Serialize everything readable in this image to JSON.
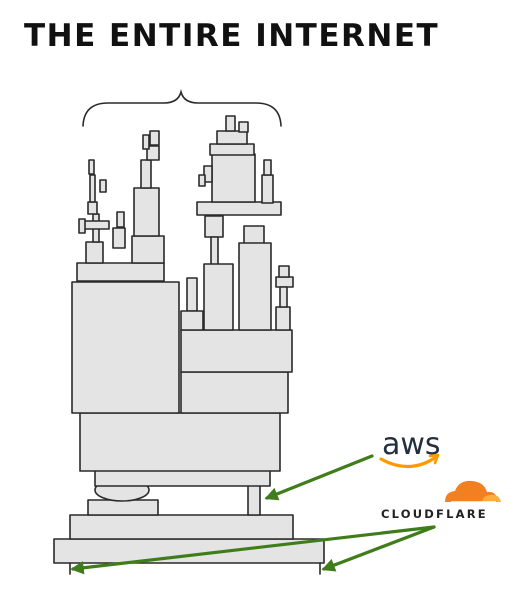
{
  "title": "THE ENTIRE INTERNET",
  "logos": {
    "aws": {
      "text": "aws",
      "text_color": "#232f3e",
      "smile_color": "#ff9900",
      "icon": "aws-logo"
    },
    "cloudflare": {
      "text": "CLOUDFLARE",
      "text_color": "#222222",
      "cloud_colors": [
        "#f38020",
        "#fbad41"
      ],
      "icon": "cloudflare-cloud-icon"
    }
  },
  "colors": {
    "arrow": "#3f7d1b",
    "block_fill": "#e4e4e4",
    "outline": "#2a2a2a"
  }
}
